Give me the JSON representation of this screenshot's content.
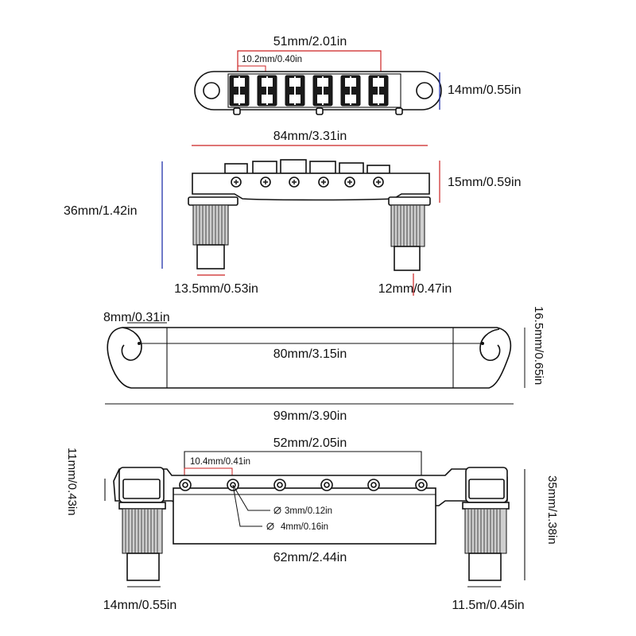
{
  "colors": {
    "red_dimension": "#cc2222",
    "blue_dimension": "#2233aa",
    "outline": "#111111",
    "background": "#ffffff"
  },
  "views": {
    "top": {
      "width": "51mm/2.01in",
      "spacing": "10.2mm/0.40in",
      "depth": "14mm/0.55in"
    },
    "front": {
      "length": "84mm/3.31in",
      "height": "15mm/0.59in",
      "total_height": "36mm/1.42in",
      "post_left": "13.5mm/0.53in",
      "post_right": "12mm/0.47in"
    },
    "tailpiece": {
      "slot": "8mm/0.31in",
      "inner": "80mm/3.15in",
      "overall": "99mm/3.90in",
      "height": "16.5mm/0.65in"
    },
    "bottom": {
      "width": "52mm/2.05in",
      "spacing": "10.4mm/0.41in",
      "left_height": "11mm/0.43in",
      "total_height": "35mm/1.38in",
      "screw": "3mm/0.12in",
      "hole": "4mm/0.16in",
      "base": "62mm/2.44in",
      "post_left": "14mm/0.55in",
      "post_right": "11.5m/0.45in"
    }
  }
}
